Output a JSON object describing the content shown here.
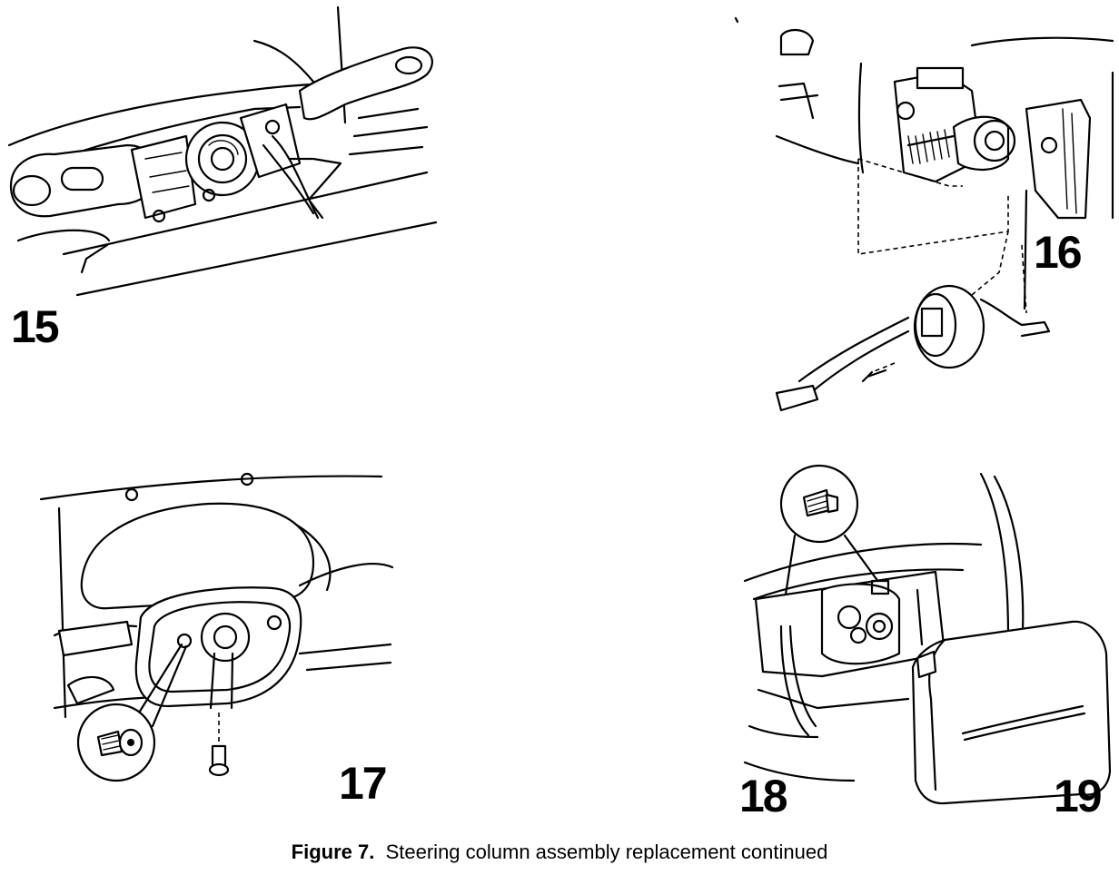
{
  "figure": {
    "steps": [
      {
        "number": "15"
      },
      {
        "number": "16"
      },
      {
        "number": "17"
      },
      {
        "number": "18"
      },
      {
        "number": "19"
      }
    ],
    "caption": {
      "label": "Figure 7.",
      "text": "Steering column assembly replacement continued"
    }
  }
}
